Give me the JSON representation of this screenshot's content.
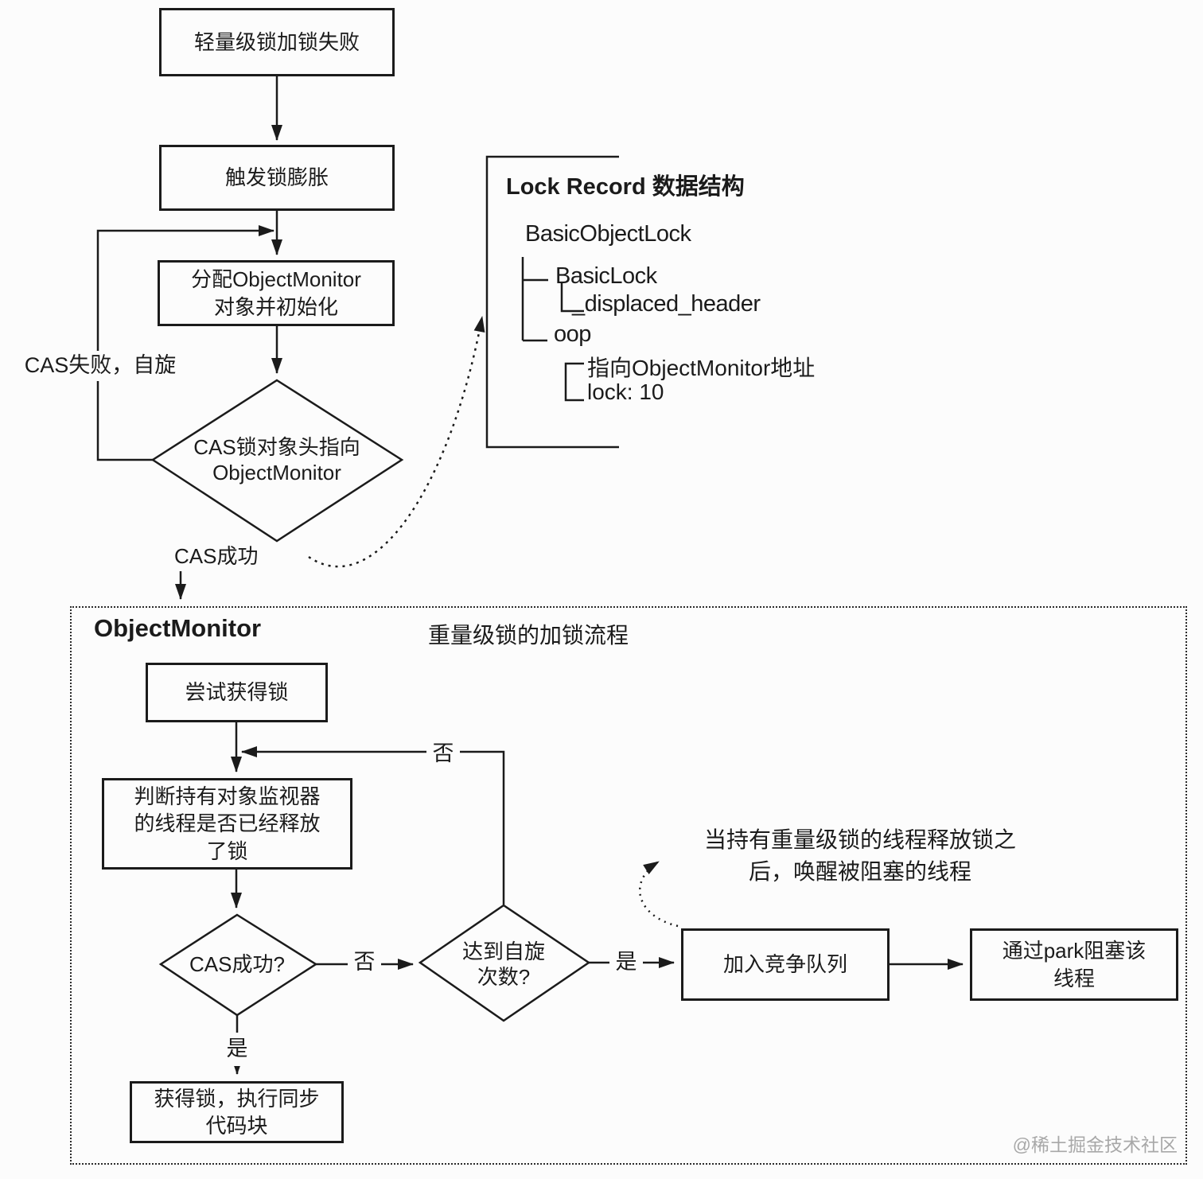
{
  "colors": {
    "ink": "#1b1b1b",
    "background": "#fcfcfc",
    "watermark_gray": "#a8a8a8"
  },
  "flow_top": {
    "lightweight_fail": "轻量级锁加锁失败",
    "trigger_inflation": "触发锁膨胀",
    "allocate_monitor": "分配ObjectMonitor\n对象并初始化",
    "cas_header_diamond": "CAS锁对象头指向\nObjectMonitor",
    "label_cas_fail_spin": "CAS失败，自旋",
    "label_cas_success": "CAS成功"
  },
  "lock_record": {
    "title": "Lock Record 数据结构",
    "root": "BasicObjectLock",
    "basic_lock": "BasicLock",
    "displaced_header": "_displaced_header",
    "oop": "oop",
    "oop_pointer_note": "指向ObjectMonitor地址",
    "oop_lock_note": "lock: 10"
  },
  "monitor_section": {
    "title": "ObjectMonitor",
    "subtitle": "重量级锁的加锁流程",
    "try_acquire": "尝试获得锁",
    "check_released": "判断持有对象监视器\n的线程是否已经释放\n了锁",
    "cas_ok_diamond": "CAS成功?",
    "spin_limit_diamond": "达到自旋\n次数?",
    "join_queue": "加入竞争队列",
    "park_block": "通过park阻塞该\n线程",
    "acquired_exec": "获得锁，执行同步\n代码块",
    "label_no_loop": "否",
    "label_no_mid": "否",
    "label_yes_right": "是",
    "label_yes_down": "是",
    "annotation": "当持有重量级锁的线程释放锁之\n后，唤醒被阻塞的线程"
  },
  "watermark": "@稀土掘金技术社区"
}
